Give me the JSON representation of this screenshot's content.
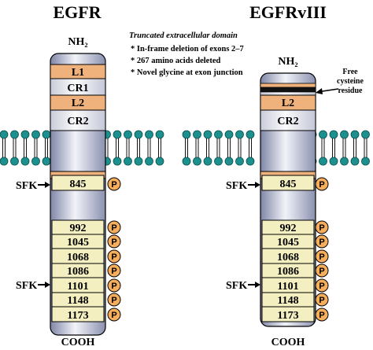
{
  "colors": {
    "membrane_head": "#1c8f8f",
    "membrane_tail": "#111111",
    "domain_orange": "#f0b27c",
    "domain_light": "#dcdde6",
    "tyrosine_box": "#f3efc0",
    "phospho": "#f6ae5c",
    "receptor_shading": "#9ba2c0",
    "receptor_highlight": "#eef0f8"
  },
  "egfr": {
    "title": "EGFR",
    "nh2": "NH₂",
    "cooh": "COOH",
    "domains": [
      "L1",
      "CR1",
      "L2",
      "CR2"
    ],
    "sfk_labels": [
      "SFK",
      "SFK"
    ],
    "tyrosines": [
      "845",
      "992",
      "1045",
      "1068",
      "1086",
      "1101",
      "1148",
      "1173"
    ],
    "phospho_label": "P"
  },
  "egfrviii": {
    "title": "EGFRvIII",
    "nh2": "NH₂",
    "cooh": "COOH",
    "domains": [
      "L2",
      "CR2"
    ],
    "sfk_labels": [
      "SFK",
      "SFK"
    ],
    "tyrosines": [
      "845",
      "992",
      "1045",
      "1068",
      "1086",
      "1101",
      "1148",
      "1173"
    ],
    "phospho_label": "P",
    "free_cysteine_label": [
      "Free",
      "cysteine",
      "residue"
    ]
  },
  "annotation": {
    "heading": "Truncated extracellular domain",
    "bullets": [
      "* In-frame deletion of exons 2–7",
      "* 267 amino acids deleted",
      "* Novel glycine at exon junction"
    ]
  }
}
